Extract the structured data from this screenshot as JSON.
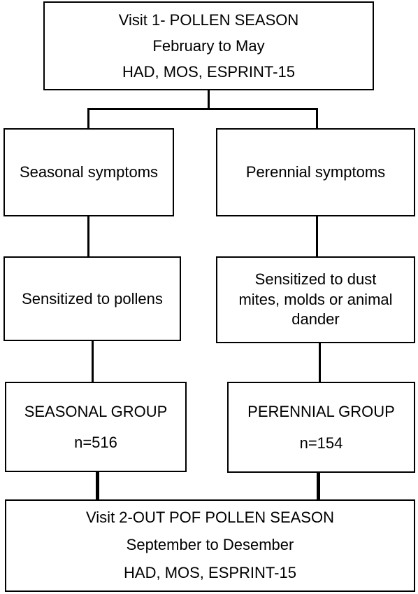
{
  "top_box": {
    "line1": "Visit 1- POLLEN SEASON",
    "line2": "February to May",
    "line3": "HAD, MOS, ESPRINT-15"
  },
  "seasonal_symptoms": "Seasonal symptoms",
  "perennial_symptoms": "Perennial symptoms",
  "sensitized_pollens": "Sensitized to pollens",
  "sensitized_dust": {
    "line1": "Sensitized to dust",
    "line2": "mites, molds or animal",
    "line3": "dander"
  },
  "seasonal_group": {
    "label": "SEASONAL GROUP",
    "n": "n=516"
  },
  "perennial_group": {
    "label": "PERENNIAL GROUP",
    "n": "n=154"
  },
  "bottom_box": {
    "line1": "Visit 2-OUT POF POLLEN SEASON",
    "line2": "September to Desember",
    "line3": "HAD, MOS, ESPRINT-15"
  }
}
